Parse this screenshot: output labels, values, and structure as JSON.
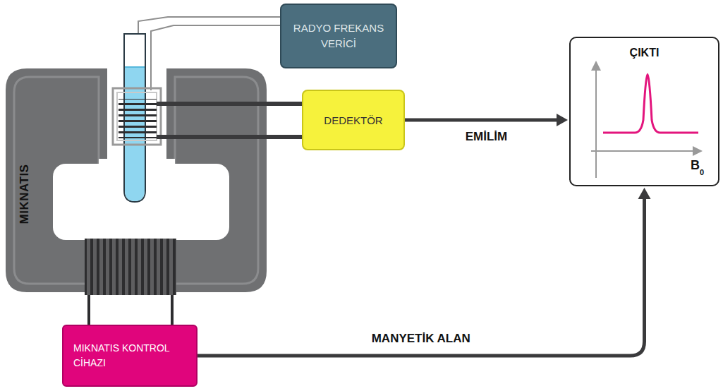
{
  "diagram": {
    "nodes": [
      {
        "text": [
          "RADYO FREKANS VERİCİ"
        ]
      },
      {
        "text": [
          "MIKNATIS"
        ]
      },
      {
        "text": [
          "DEDEKTÖR"
        ]
      },
      {
        "text": [
          "ÇIKTI"
        ]
      },
      {
        "text": [
          "MIKNATIS KONTROL CİHAZI"
        ]
      }
    ],
    "edges": [
      {
        "from": 2,
        "to": 3,
        "label": "EMİLİM",
        "arrow": "to"
      },
      {
        "from": 4,
        "to": 3,
        "label": "MANYETİK ALAN",
        "arrow": "to"
      }
    ],
    "labels": [
      "B",
      "0"
    ]
  }
}
